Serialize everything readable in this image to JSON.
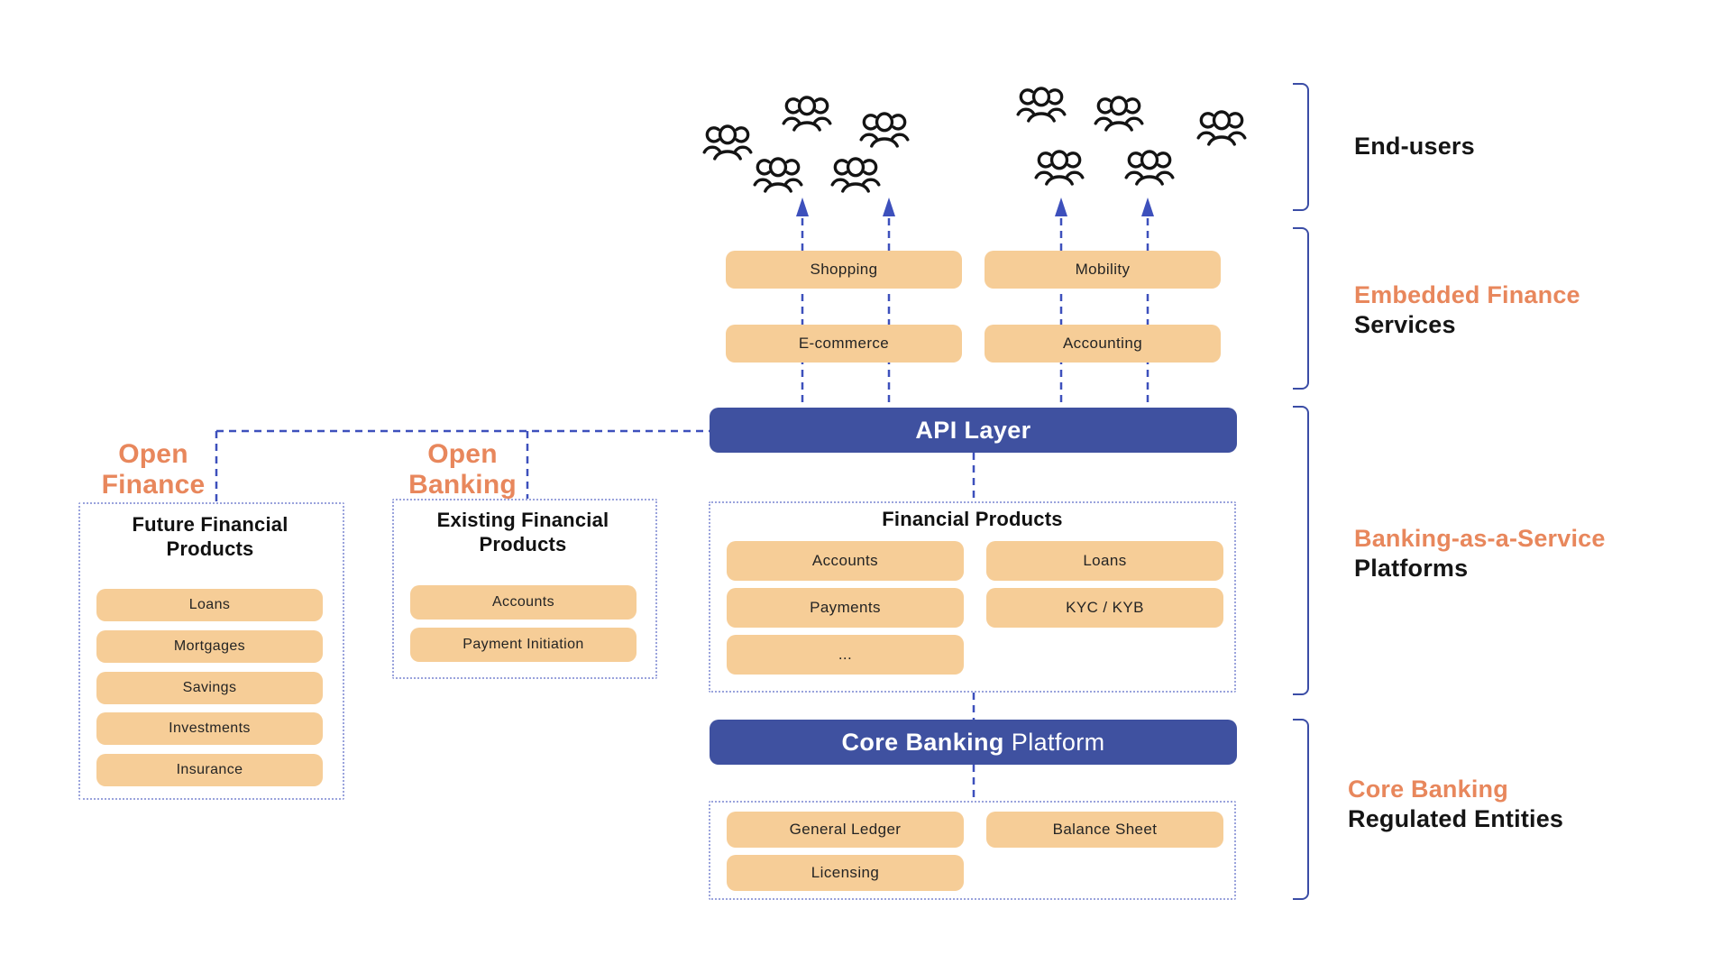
{
  "end_users": {
    "label": "End-users",
    "icon": "users-group-icon",
    "icon_count": 10
  },
  "embedded_finance": {
    "label_accent": "Embedded Finance",
    "label_rest": "Services",
    "boxes": [
      "Shopping",
      "Mobility",
      "E-commerce",
      "Accounting"
    ]
  },
  "baas": {
    "label_accent": "Banking-as-a-Service",
    "label_rest": "Platforms",
    "api_layer_label": "API Layer",
    "financial_products": {
      "title": "Financial Products",
      "boxes": [
        "Accounts",
        "Loans",
        "Payments",
        "KYC / KYB",
        "..."
      ]
    }
  },
  "core_banking": {
    "label_accent": "Core Banking",
    "label_rest": "Regulated Entities",
    "bar_label_bold": "Core Banking",
    "bar_label_regular": "Platform",
    "boxes": [
      "General Ledger",
      "Balance Sheet",
      "Licensing"
    ]
  },
  "open_finance": {
    "label": "Open Finance",
    "panel_title": "Future Financial Products",
    "items": [
      "Loans",
      "Mortgages",
      "Savings",
      "Investments",
      "Insurance"
    ]
  },
  "open_banking": {
    "label": "Open Banking",
    "panel_title": "Existing Financial Products",
    "items": [
      "Accounts",
      "Payment Initiation"
    ]
  },
  "colors": {
    "box_fill": "#F6CD97",
    "bar_blue": "#3F51A0",
    "accent_orange_text": "#E8875C",
    "connector_blue": "#3D50BC",
    "dotted_border": "#9AA3DC",
    "bracket_blue": "#3B4DA6"
  }
}
